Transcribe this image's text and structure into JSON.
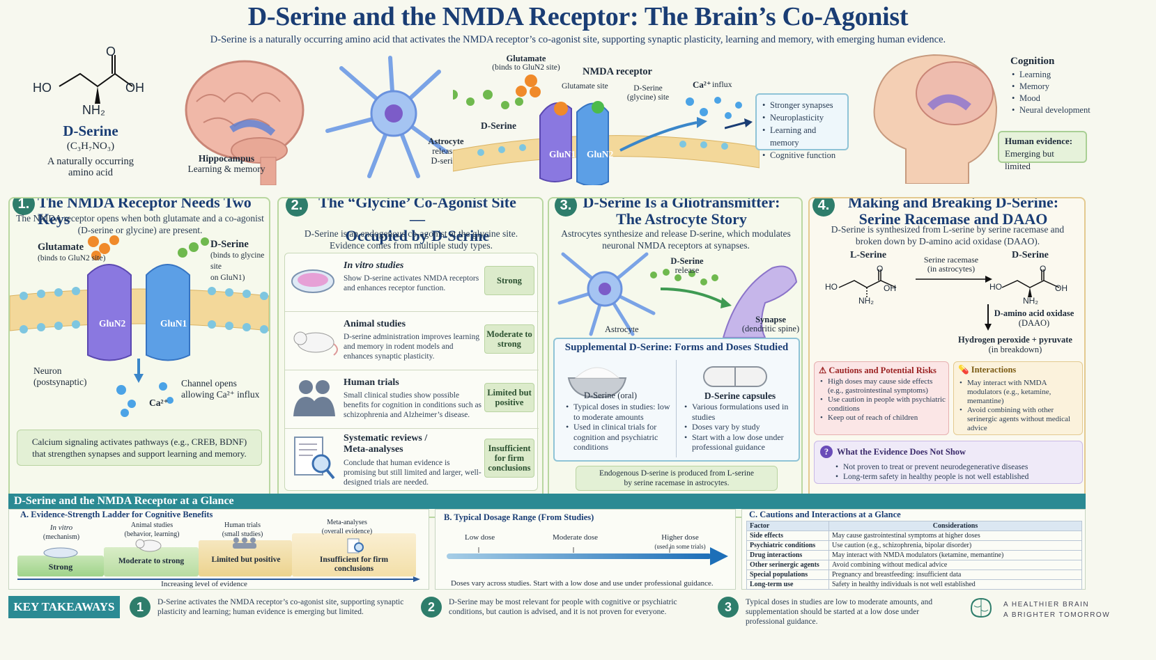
{
  "header": {
    "title": "D-Serine and the NMDA Receptor: The Brain’s Co-Agonist",
    "subtitle": "D-Serine is a naturally occurring amino acid that activates the NMDA receptor’s co-agonist site, supporting synaptic plasticity, learning and memory, with emerging human evidence."
  },
  "molecule": {
    "ho": "HO",
    "oh": "OH",
    "o": "O",
    "nh2": "NH₂",
    "name": "D-Serine",
    "formula": "(C₃H₇NO₃)",
    "desc1": "A naturally occurring",
    "desc2": "amino acid"
  },
  "hero": {
    "hippo_title": "Hippocampus",
    "hippo_sub": "Learning & memory",
    "astro": "Astrocyte",
    "astro2": "releases",
    "astro3": "D-serine",
    "dserine": "D-Serine",
    "glut": "Glutamate",
    "glut_sub": "(binds to GluN2 site)",
    "nmda": "NMDA receptor",
    "glut_site": "Glutamate site",
    "dser_site1": "D-Serine",
    "dser_site2": "(glycine) site",
    "ca": "Ca²⁺",
    "influx": "influx",
    "glun1": "GluN1",
    "glun2": "GluN2",
    "effects": [
      "Stronger synapses",
      "Neuroplasticity",
      "Learning and memory",
      "Cognitive function"
    ],
    "cog_title": "Cognition",
    "cog_items": [
      "Learning",
      "Memory",
      "Mood",
      "Neural development"
    ],
    "human_ev_title": "Human evidence:",
    "human_ev_text": "Emerging but limited"
  },
  "p1": {
    "num": "1.",
    "title": "The NMDA Receptor Needs Two Keys",
    "intro1": "The NMDA receptor opens when both glutamate and a co-agonist",
    "intro2": "(D-serine or glycine) are present.",
    "glut": "Glutamate",
    "glut_sub": "(binds to GluN2 site)",
    "dser": "D-Serine",
    "dser_sub1": "(binds to glycine site",
    "dser_sub2": "on GluN1)",
    "glun2": "GluN2",
    "glun1": "GluN1",
    "neuron1": "Neuron",
    "neuron2": "(postsynaptic)",
    "ca": "Ca²⁺",
    "chan1": "Channel opens",
    "chan2": "allowing Ca²⁺ influx",
    "box1": "Calcium signaling activates pathways (e.g., CREB, BDNF)",
    "box2": "that strengthen synapses and support learning and memory."
  },
  "p2": {
    "num": "2.",
    "title1": "The “Glycine’ Co-Agonist Site —",
    "title2": "Occupied by D-Serine",
    "intro1": "D-Serine is an endogenous co-agonist at the glycine site.",
    "intro2": "Evidence comes from multiple study types.",
    "rows": [
      {
        "t": "In vitro studies",
        "d": "Show D-serine activates NMDA receptors and enhances receptor function.",
        "b": "Strong"
      },
      {
        "t": "Animal studies",
        "d": "D-serine administration improves learning and memory in rodent models and enhances synaptic plasticity.",
        "b": "Moderate to strong"
      },
      {
        "t": "Human trials",
        "d": "Small clinical studies show possible benefits for cognition in conditions such as schizophrenia and Alzheimer’s disease.",
        "b": "Limited but positive"
      },
      {
        "t": "Systematic reviews / Meta-analyses",
        "d": "Conclude that human evidence is promising but still limited and larger, well-designed trials are needed.",
        "b": "Insufficient for firm conclusions"
      }
    ]
  },
  "p3": {
    "num": "3.",
    "title1": "D-Serine Is a Gliotransmitter:",
    "title2": "The Astrocyte Story",
    "intro1": "Astrocytes synthesize and release D-serine, which modulates",
    "intro2": "neuronal NMDA receptors at synapses.",
    "release1": "D-Serine",
    "release2": "release",
    "astro": "Astrocyte",
    "syn1": "Synapse",
    "syn2": "(dendritic spine)",
    "supp_title": "Supplemental D-Serine: Forms and Doses Studied",
    "oral": "D-Serine (oral)",
    "oral_items": [
      "Typical doses in studies: low to moderate amounts",
      "Used in clinical trials for cognition and psychiatric conditions"
    ],
    "caps": "D-Serine capsules",
    "caps_items": [
      "Various formulations used in studies",
      "Doses vary by study",
      "Start with a low dose under professional guidance"
    ],
    "endo1": "Endogenous D-serine is produced from L-serine",
    "endo2": "by serine racemase in astrocytes."
  },
  "p4": {
    "num": "4.",
    "title1": "Making and Breaking D-Serine:",
    "title2": "Serine Racemase and DAAO",
    "intro1": "D-Serine is synthesized from L-serine by serine racemase and",
    "intro2": "broken down by D-amino acid oxidase (DAAO).",
    "lser": "L-Serine",
    "dser": "D-Serine",
    "racemase1": "Serine racemase",
    "racemase2": "(in astrocytes)",
    "daao1": "D-amino acid oxidase",
    "daao2": "(DAAO)",
    "prod1": "Hydrogen peroxide + pyruvate",
    "prod2": "(in breakdown)",
    "ho": "HO",
    "oh": "OH",
    "o": "O",
    "nh2": "NH₂",
    "cautions_title": "Cautions and Potential Risks",
    "cautions": [
      "High doses may cause side effects (e.g., gastrointestinal symptoms)",
      "Use caution in people with psychiatric conditions",
      "Keep out of reach of children"
    ],
    "inter_title": "Interactions",
    "inter": [
      "May interact with NMDA modulators (e.g., ketamine, memantine)",
      "Avoid combining with other serinergic agents without medical advice"
    ],
    "not_title": "What the Evidence Does Not Show",
    "not_items": [
      "Not proven to treat or prevent neurodegenerative diseases",
      "Long-term safety in healthy people is not well established"
    ]
  },
  "glance": {
    "title": "D-Serine and the NMDA Receptor at a Glance",
    "a_title": "A.  Evidence-Strength Ladder for Cognitive Benefits",
    "a_steps": [
      {
        "h": "In vitro",
        "s": "(mechanism)",
        "l": "Strong"
      },
      {
        "h": "Animal studies",
        "s": "(behavior, learning)",
        "l": "Moderate to strong"
      },
      {
        "h": "Human trials",
        "s": "(small studies)",
        "l": "Limited but positive"
      },
      {
        "h": "Meta-analyses",
        "s": "(overall evidence)",
        "l": "Insufficient for firm conclusions"
      }
    ],
    "a_axis": "Increasing level of evidence",
    "b_title": "B.  Typical Dosage Range (From Studies)",
    "b_low": "Low dose",
    "b_mod": "Moderate dose",
    "b_high": "Higher dose",
    "b_high_sub": "(used in some trials)",
    "b_note": "Doses vary across studies. Start with a low dose and use under professional guidance.",
    "c_title": "C.  Cautions and Interactions at a Glance",
    "c_h1": "Factor",
    "c_h2": "Considerations",
    "c_rows": [
      [
        "Side effects",
        "May cause gastrointestinal symptoms at higher doses"
      ],
      [
        "Psychiatric conditions",
        "Use caution (e.g., schizophrenia, bipolar disorder)"
      ],
      [
        "Drug interactions",
        "May interact with NMDA modulators (ketamine, memantine)"
      ],
      [
        "Other serinergic agents",
        "Avoid combining without medical advice"
      ],
      [
        "Special populations",
        "Pregnancy and breastfeeding: insufficient data"
      ],
      [
        "Long-term use",
        "Safety in healthy individuals is not well established"
      ]
    ]
  },
  "takeaways": {
    "label": "KEY TAKEAWAYS",
    "items": [
      {
        "n": "1",
        "t": "D-Serine activates the NMDA receptor’s co-agonist site, supporting synaptic plasticity and learning; human evidence is emerging but limited."
      },
      {
        "n": "2",
        "t": "D-Serine may be most relevant for people with cognitive or psychiatric conditions, but caution is advised, and it is not proven for everyone."
      },
      {
        "n": "3",
        "t": "Typical doses in studies are low to moderate amounts, and supplementation should be started at a low dose under professional guidance."
      }
    ],
    "brand1": "A HEALTHIER BRAIN",
    "brand2": "A BRIGHTER TOMORROW"
  },
  "colors": {
    "title": "#1a3d74",
    "accent": "#2e7d6b",
    "teal_bar": "#2b8a93",
    "glun": "#6a5acd",
    "panel_border": "#b9d7a1"
  }
}
